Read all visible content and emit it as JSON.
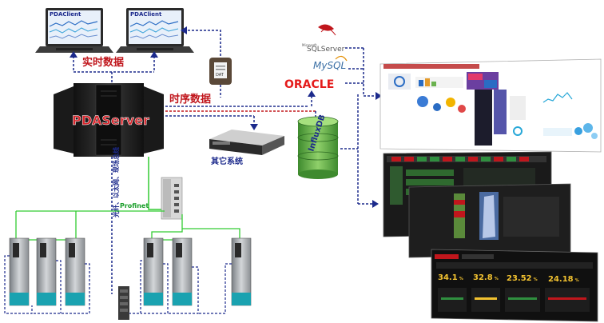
{
  "clients": [
    {
      "label": "PDAClient"
    },
    {
      "label": "PDAClient"
    }
  ],
  "server": {
    "label": "PDAServer"
  },
  "dat_file": {
    "label": "DAT"
  },
  "realtime_label": "实时数据",
  "timeseries_label": "时序数据",
  "other_system_label": "其它系统",
  "databases": {
    "sql_server_prefix": "Microsoft",
    "sql_server": "SQLServer",
    "mysql": "MySQL",
    "oracle": "ORACLE",
    "influx": "InfluxDB"
  },
  "profinet_label": "Profinet",
  "bus_label": "光纤、以太网、现场总线",
  "dashboard": {
    "gauges": [
      "34.1",
      "32.8",
      "23.52",
      "24.18"
    ],
    "units": [
      "%",
      "%",
      "%",
      "%"
    ]
  },
  "colors": {
    "realtime_text": "#c0161c",
    "profinet_line": "#33cc33",
    "profinet_text": "#1a9e2a",
    "dash_line": "#1c2a8c",
    "oracle_red": "#e41b1b",
    "influx_green": "#4a9a3a",
    "gauge_yellow": "#f2c230"
  }
}
